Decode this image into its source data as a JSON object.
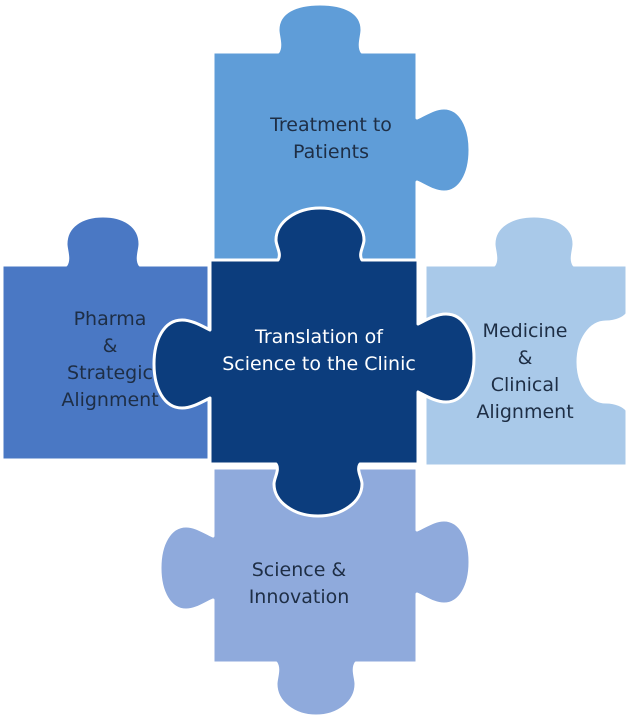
{
  "pieces": {
    "top": {
      "lines": [
        "Treatment to",
        "Patients"
      ],
      "color": "#5f9dd8"
    },
    "left": {
      "lines": [
        "Pharma",
        "&",
        "Strategic",
        "Alignment"
      ],
      "color": "#4a78c4"
    },
    "center": {
      "lines": [
        "Translation of",
        "Science to the Clinic"
      ],
      "color": "#0c3d7d"
    },
    "right": {
      "lines": [
        "Medicine",
        "&",
        "Clinical",
        "Alignment"
      ],
      "color": "#a9c9e9"
    },
    "bottom": {
      "lines": [
        "Science &",
        "Innovation"
      ],
      "color": "#8faadc"
    }
  }
}
